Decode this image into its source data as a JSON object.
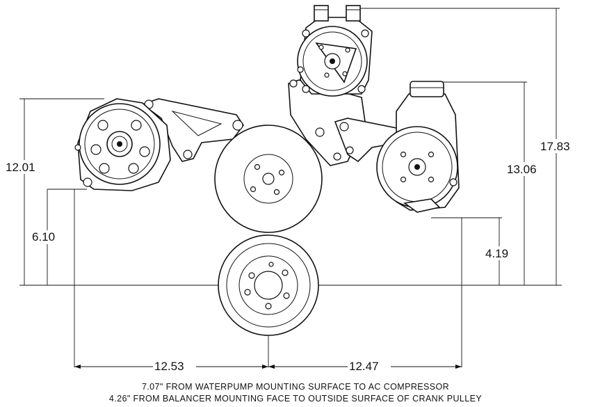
{
  "dimensions": {
    "alternator_center_height": "12.01",
    "alternator_lower_height": "6.10",
    "ac_compressor_height": "17.83",
    "power_steering_height": "13.06",
    "power_steering_lower_height": "4.19",
    "left_width": "12.53",
    "right_width": "12.47"
  },
  "notes": [
    "7.07\" FROM WATERPUMP MOUNTING SURFACE TO AC COMPRESSOR",
    "4.26\" FROM BALANCER MOUNTING FACE TO OUTSIDE SURFACE OF CRANK PULLEY"
  ],
  "components": [
    "alternator",
    "ac-compressor",
    "water-pump-pulley",
    "power-steering-pump",
    "crank-pulley"
  ]
}
